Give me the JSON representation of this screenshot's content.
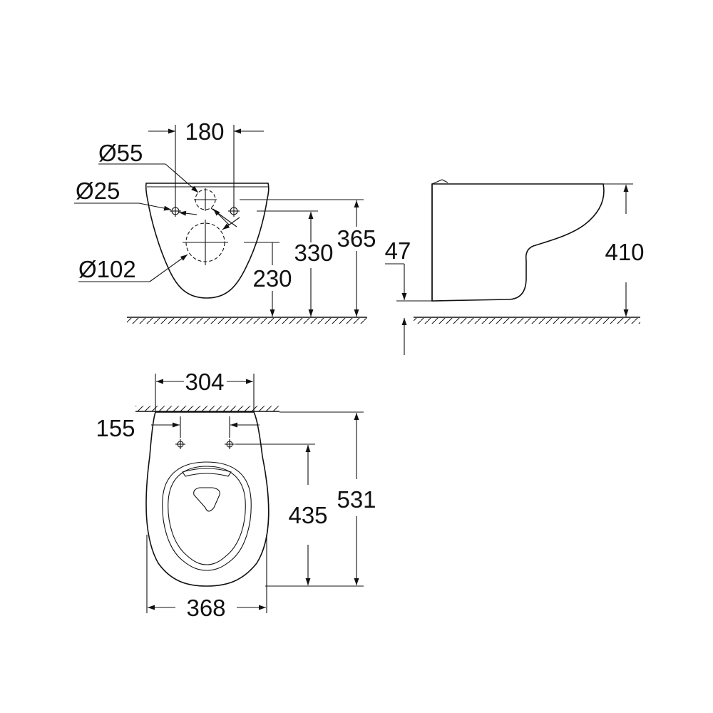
{
  "front_view": {
    "pan_width": "180",
    "outlet_diameter": "Ø55",
    "bolt_diameter": "Ø25",
    "drain_diameter": "Ø102",
    "height_330": "330",
    "height_365": "365",
    "height_230": "230"
  },
  "side_view": {
    "height_410": "410",
    "height_47": "47"
  },
  "top_view": {
    "wall_width": "304",
    "bolt_spacing": "155",
    "depth_435": "435",
    "depth_531": "531",
    "width_368": "368"
  }
}
